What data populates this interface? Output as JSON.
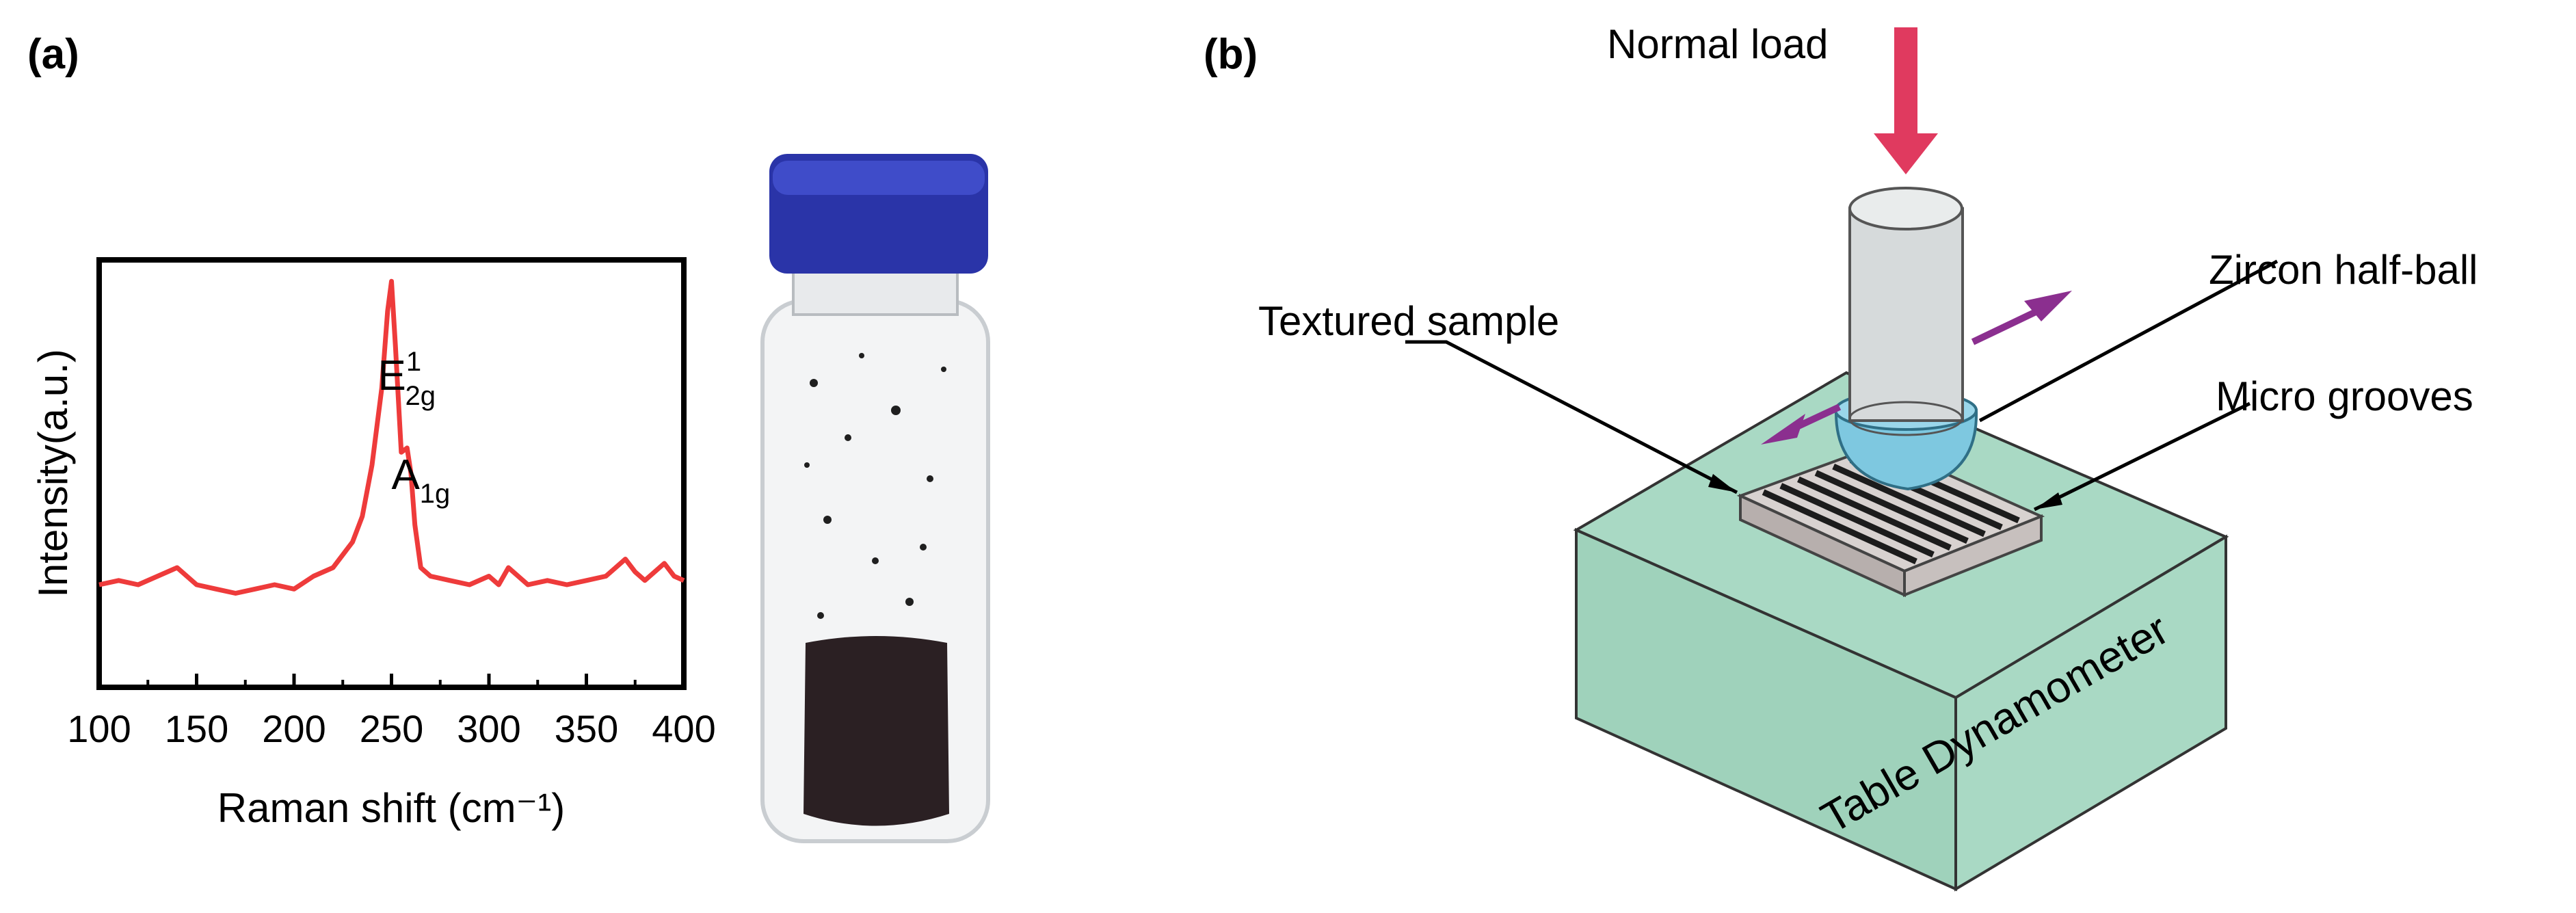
{
  "panel_labels": {
    "a": "(a)",
    "b": "(b)"
  },
  "chart_data": {
    "type": "line",
    "xlabel": "Raman shift (cm⁻¹)",
    "ylabel": "Intensity(a.u.)",
    "xlim": [
      100,
      400
    ],
    "ylim": [
      0,
      1
    ],
    "x_ticks": [
      100,
      150,
      200,
      250,
      300,
      350,
      400
    ],
    "x_tick_labels": [
      "100",
      "150",
      "200",
      "250",
      "300",
      "350",
      "400"
    ],
    "grid": false,
    "colors": {
      "series": "#ee3b3b",
      "axes": "#000000"
    },
    "annotations": [
      {
        "text": "E",
        "sup": "1",
        "sub": "2g",
        "x": 250
      },
      {
        "text": "A",
        "sub": "1g",
        "x": 257
      }
    ],
    "series": [
      {
        "x": [
          100,
          110,
          120,
          130,
          140,
          150,
          160,
          170,
          180,
          190,
          200,
          210,
          220,
          230,
          235,
          240,
          245,
          248,
          250,
          252,
          255,
          258,
          260,
          262,
          265,
          270,
          280,
          290,
          300,
          305,
          310,
          320,
          330,
          340,
          350,
          360,
          365,
          370,
          375,
          380,
          390,
          395,
          400
        ],
        "y": [
          0.24,
          0.25,
          0.24,
          0.26,
          0.28,
          0.24,
          0.23,
          0.22,
          0.23,
          0.24,
          0.23,
          0.26,
          0.28,
          0.34,
          0.4,
          0.52,
          0.7,
          0.88,
          0.95,
          0.8,
          0.55,
          0.56,
          0.5,
          0.38,
          0.28,
          0.26,
          0.25,
          0.24,
          0.26,
          0.24,
          0.28,
          0.24,
          0.25,
          0.24,
          0.25,
          0.26,
          0.28,
          0.3,
          0.27,
          0.25,
          0.29,
          0.26,
          0.25
        ]
      }
    ]
  },
  "diagram": {
    "labels": {
      "normal_load": "Normal load",
      "zircon": "Zircon half-ball",
      "textured": "Textured sample",
      "grooves": "Micro grooves",
      "dynamometer": "Table Dynamometer"
    },
    "colors": {
      "load_arrow": "#e03a5f",
      "motion_arrow": "#8b2f8f",
      "dynamometer": "#a9d9c4",
      "cylinder": "#d6dadb",
      "ball": "#7ec8e0",
      "sample": "#d8d2d0",
      "groove": "#1c1c1c"
    },
    "groove_count": 7
  }
}
